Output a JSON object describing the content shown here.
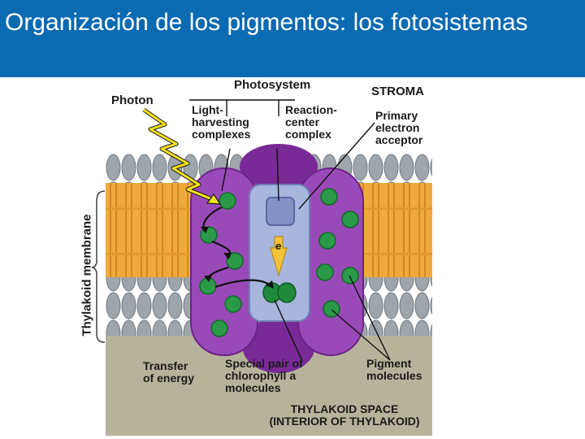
{
  "slide": {
    "title": "Organización de los pigmentos: los fotosistemas",
    "title_bar_color": "#0a6ab2"
  },
  "diagram": {
    "photosystem": "Photosystem",
    "stroma": "STROMA",
    "photon": "Photon",
    "light_harvesting": "Light-\nharvesting\ncomplexes",
    "reaction_center": "Reaction-\ncenter\ncomplex",
    "primary_acceptor": "Primary\nelectron\nacceptor",
    "thylakoid_membrane": "Thylakoid membrane",
    "transfer_of_energy": "Transfer\nof energy",
    "special_pair": "Special pair of\nchlorophyll a\nmolecules",
    "pigment_molecules": "Pigment\nmolecules",
    "thylakoid_space": "THYLAKOID SPACE\n(INTERIOR OF THYLAKOID)",
    "electron": "e",
    "colors": {
      "stroma_bg": "#ffffff",
      "lumen_bg": "#b7b29a",
      "lipid_head": "#9ea5ab",
      "lipid_tail": "#f0aa3c",
      "complex_purple": "#9a4ab8",
      "complex_dark": "#7a2a96",
      "reaction_center": "#a8b6de",
      "pigment_green": "#2a9a48",
      "photon_yellow": "#f5e21a",
      "electron_arrow": "#f2c23a"
    }
  }
}
